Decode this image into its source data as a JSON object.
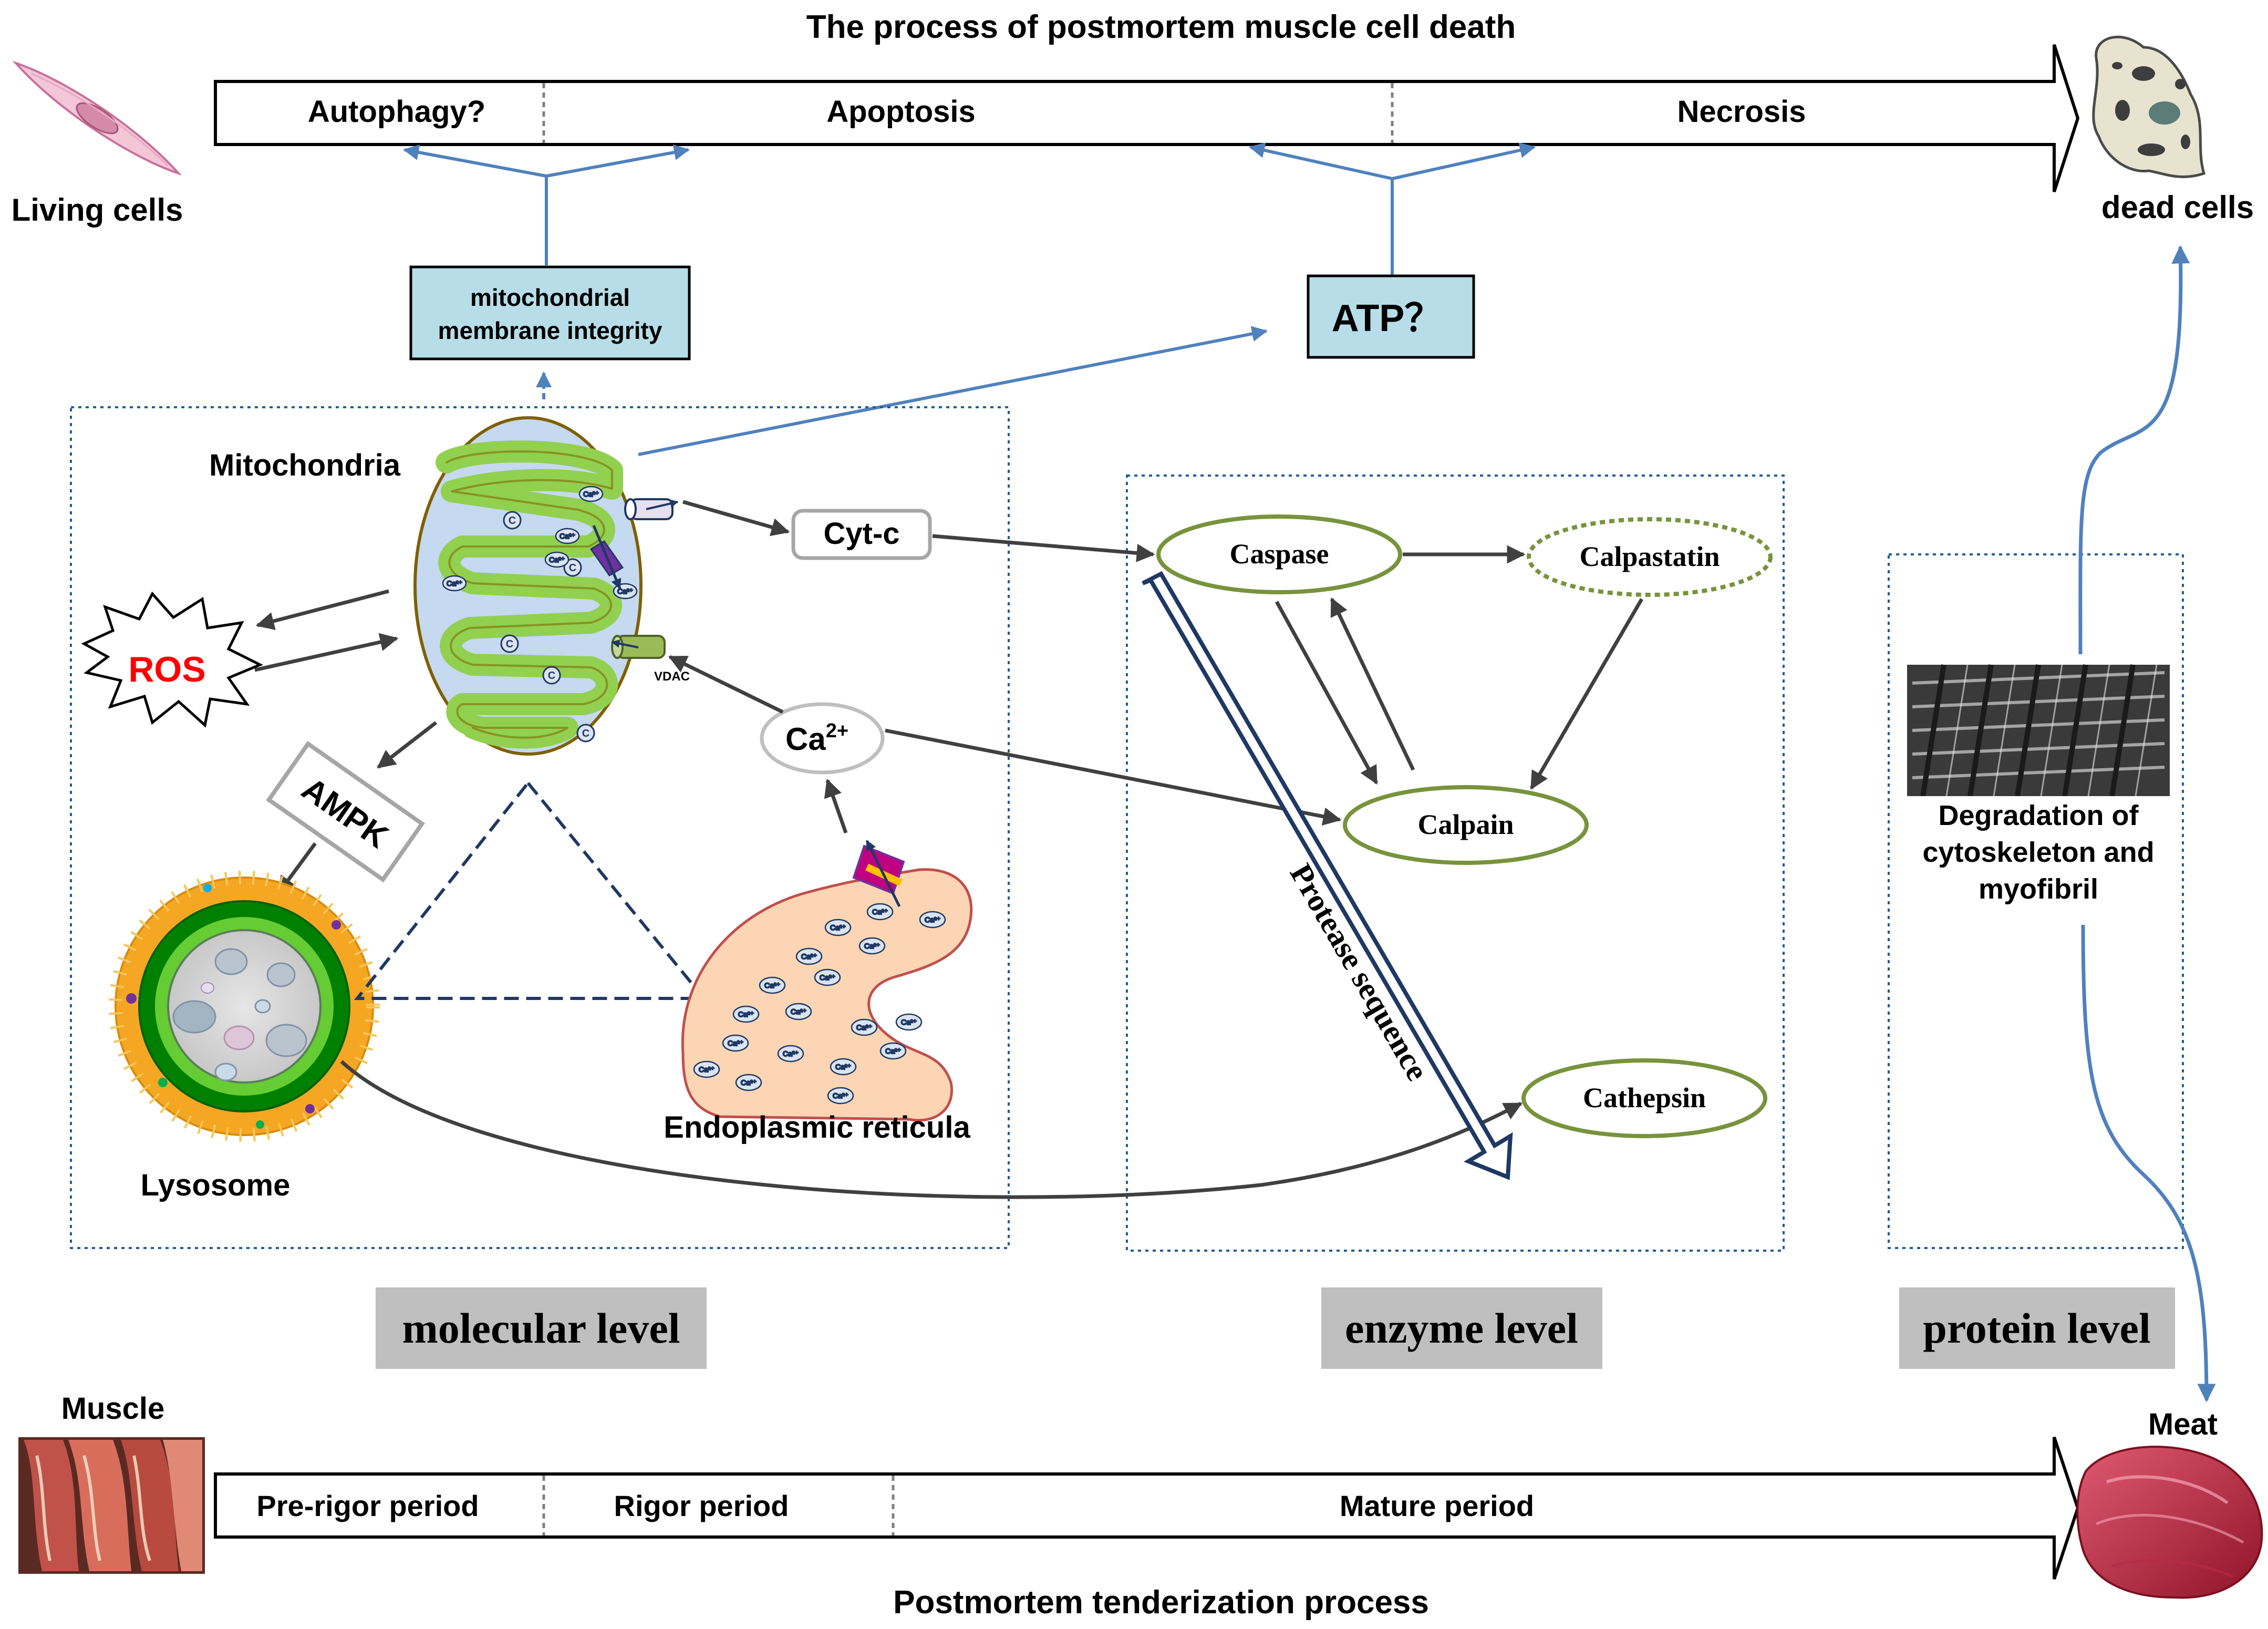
{
  "top_title": "The process of postmortem muscle cell death",
  "top_stages": [
    "Autophagy?",
    "Apoptosis",
    "Necrosis"
  ],
  "living_cells_label": "Living cells",
  "dead_cells_label": "dead cells",
  "mito_integrity_label": [
    "mitochondrial",
    "membrane integrity"
  ],
  "atp_label": "ATP？",
  "mitochondria_label": "Mitochondria",
  "ros_label": "ROS",
  "ampk_label": "AMPK",
  "lysosome_label": "Lysosome",
  "er_label": "Endoplasmic reticula",
  "cytc_label": "Cyt-c",
  "ca_label": "Ca",
  "ca_superscript": "2+",
  "vdac_label": "VDAC",
  "ion_label": "Ca²⁺",
  "cytc_marker": "C",
  "enzymes": {
    "caspase": "Caspase",
    "calpastatin": "Calpastatin",
    "calpain": "Calpain",
    "cathepsin": "Cathepsin"
  },
  "protease_sequence_label": "Protease sequence",
  "protein_degradation_label": [
    "Degradation of",
    "cytoskeleton and",
    "myofibril"
  ],
  "level_labels": [
    "molecular level",
    "enzyme level",
    "protein level"
  ],
  "muscle_label": "Muscle",
  "meat_label": "Meat",
  "bottom_stages": [
    "Pre-rigor period",
    "Rigor period",
    "Mature period"
  ],
  "bottom_title": "Postmortem tenderization process",
  "colors": {
    "blue_arrow": "#4f81bd",
    "dark_arrow": "#404040",
    "box_fill": "#b7dde8",
    "enzyme_outline": "#77933c",
    "ros_text": "#ff0000",
    "level_box": "#bfbfbf",
    "navy": "#1f3864",
    "mito_fill": "#c5d9f1",
    "cristae": "#92d050",
    "er_fill": "#fcd5b4"
  }
}
